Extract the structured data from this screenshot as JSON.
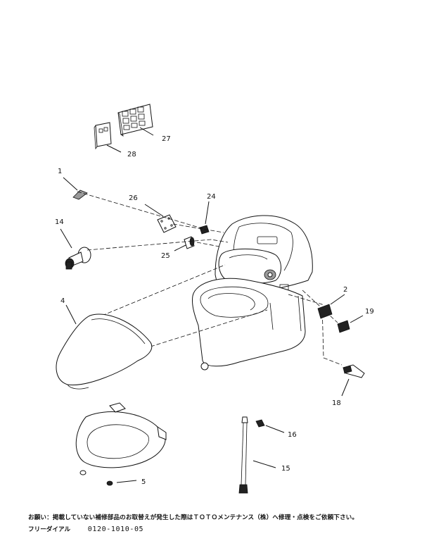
{
  "callouts": {
    "c1": "1",
    "c2": "2",
    "c4": "4",
    "c5": "5",
    "c14": "14",
    "c15": "15",
    "c16": "16",
    "c18": "18",
    "c19": "19",
    "c24": "24",
    "c25": "25",
    "c26": "26",
    "c27": "27",
    "c28": "28"
  },
  "footer": {
    "notice": "お願い：掲載していない補修部品のお取替えが発生した際はＴＯＴＯメンテナンス（株）へ修理・点検をご依頼下さい。",
    "dial_label": "フリーダイアル",
    "dial_number": "0120-1010-05"
  }
}
